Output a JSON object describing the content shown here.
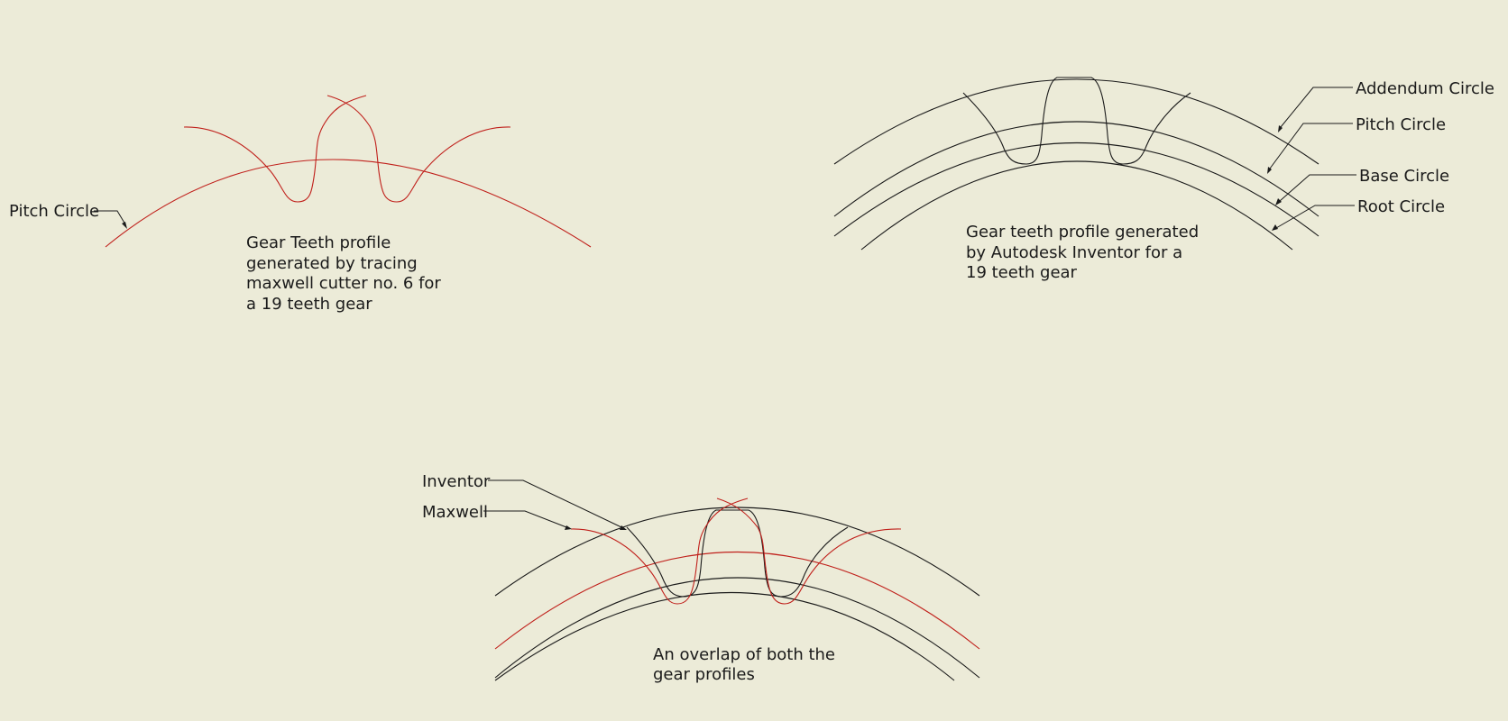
{
  "colors": {
    "background": "#ecebd8",
    "maxwell_profile": "#c0201b",
    "inventor_profile": "#1a1a1a"
  },
  "panels": {
    "maxwell": {
      "pitch_circle_label": "Pitch Circle",
      "caption": [
        "Gear Teeth profile",
        "generated by tracing",
        "maxwell cutter no. 6 for",
        "a 19 teeth gear"
      ]
    },
    "inventor": {
      "addendum_circle_label": "Addendum Circle",
      "pitch_circle_label": "Pitch Circle",
      "base_circle_label": "Base Circle",
      "root_circle_label": "Root Circle",
      "caption": [
        "Gear teeth profile generated",
        "by Autodesk Inventor for a",
        "19 teeth gear"
      ]
    },
    "overlap": {
      "inventor_label": "Inventor",
      "maxwell_label": "Maxwell",
      "caption": [
        "An overlap of both the",
        "gear profiles"
      ]
    }
  }
}
